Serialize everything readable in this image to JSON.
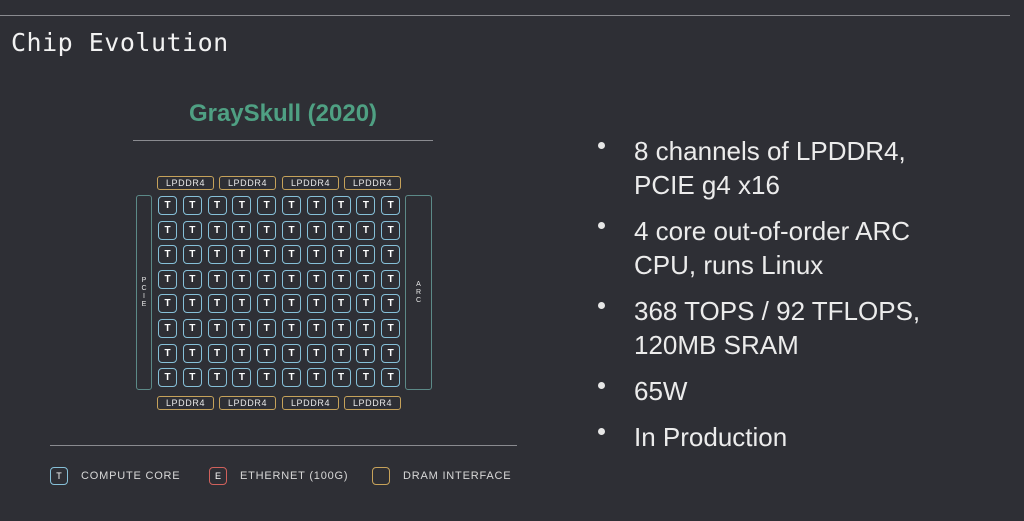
{
  "slide": {
    "title": "Chip Evolution"
  },
  "chip": {
    "title": "GraySkull (2020)",
    "dram_label": "LPDDR4",
    "pcie_label": "PCIE",
    "arc_label": "ARC",
    "core_label": "T",
    "grid_rows": 8,
    "grid_cols": 10
  },
  "legend": [
    {
      "glyph": "T",
      "label": "COMPUTE CORE",
      "color": "#86c0d8"
    },
    {
      "glyph": "E",
      "label": "ETHERNET (100G)",
      "color": "#d0615c"
    },
    {
      "glyph": "",
      "label": "DRAM INTERFACE",
      "color": "#c6a25a"
    }
  ],
  "bullets": [
    "8 channels of LPDDR4,\nPCIE g4 x16",
    "4 core out-of-order ARC\nCPU, runs Linux",
    "368 TOPS / 92 TFLOPS,\n120MB SRAM",
    "65W",
    "In Production"
  ]
}
